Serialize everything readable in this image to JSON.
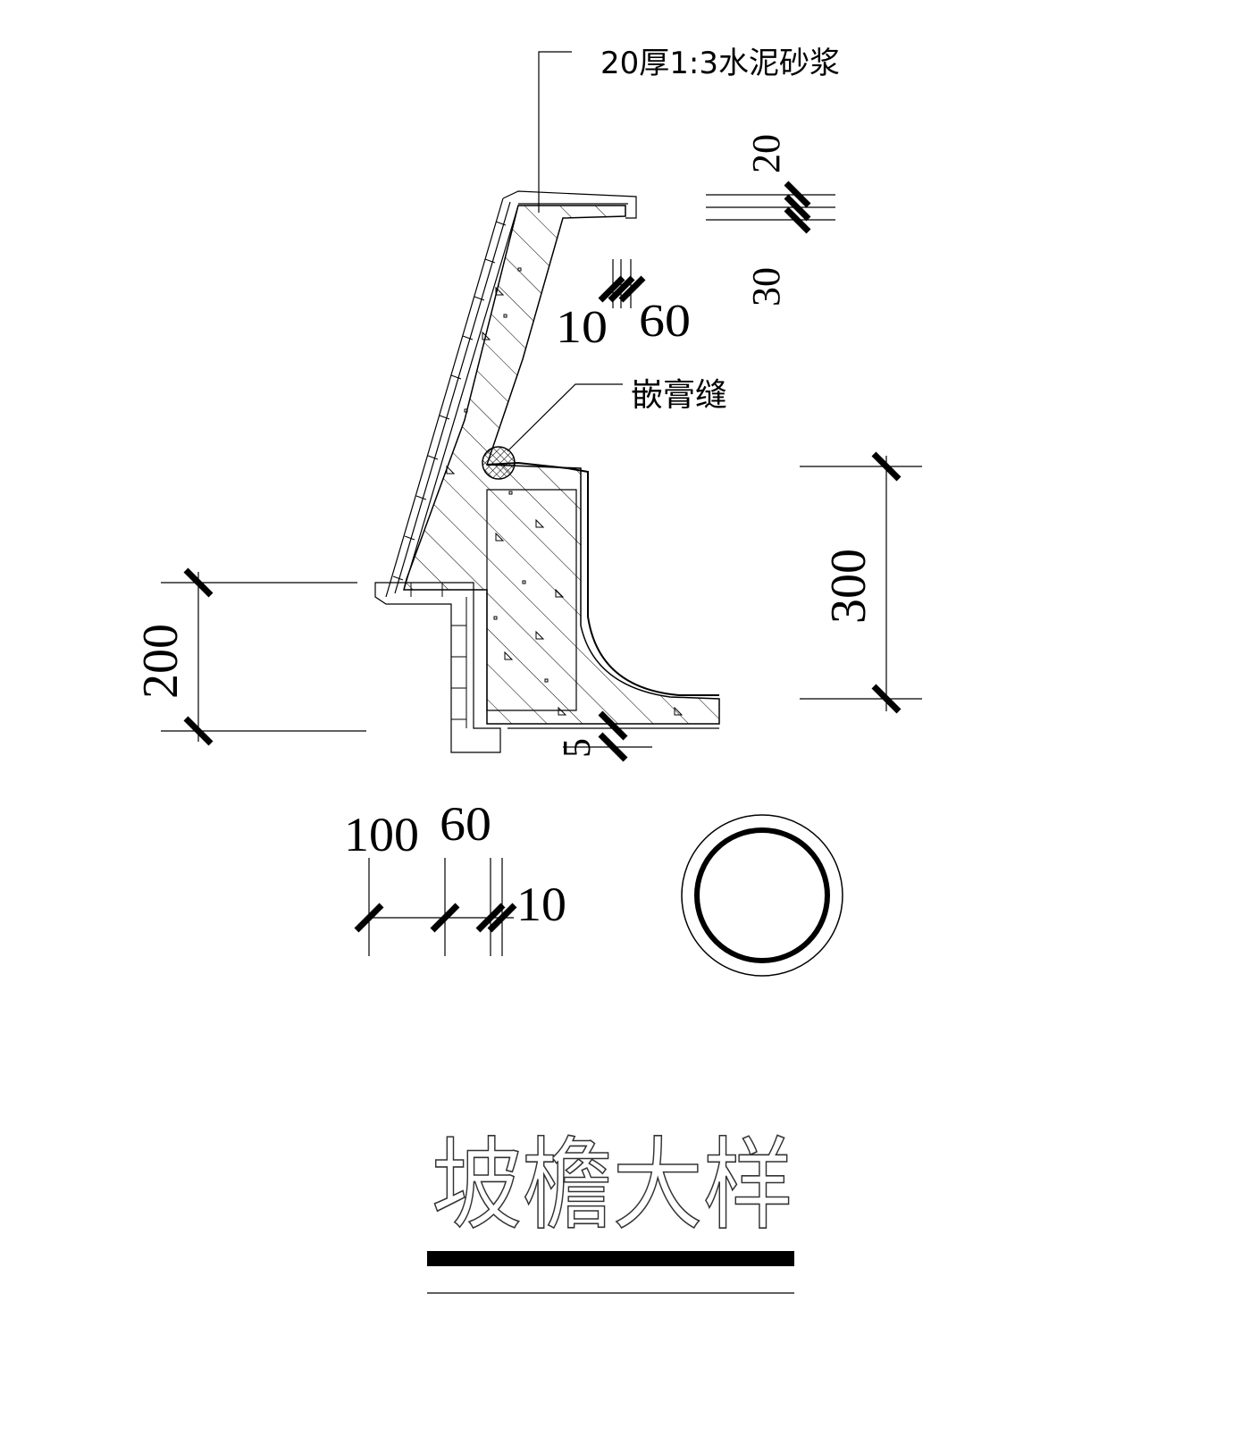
{
  "labels": {
    "mortar_callout": "20厚1:3水泥砂浆",
    "joint_callout": "嵌膏缝"
  },
  "dimensions": {
    "top_right_upper": "20",
    "top_right_lower": "30",
    "mid_left": "10",
    "mid_right": "60",
    "left_height": "200",
    "right_height": "300",
    "bottom_small": "5",
    "bottom_row_1": "100",
    "bottom_row_2": "60",
    "bottom_row_3": "10"
  },
  "title": {
    "text": "坡檐大样"
  },
  "colors": {
    "line": "#000000",
    "background": "#ffffff"
  }
}
